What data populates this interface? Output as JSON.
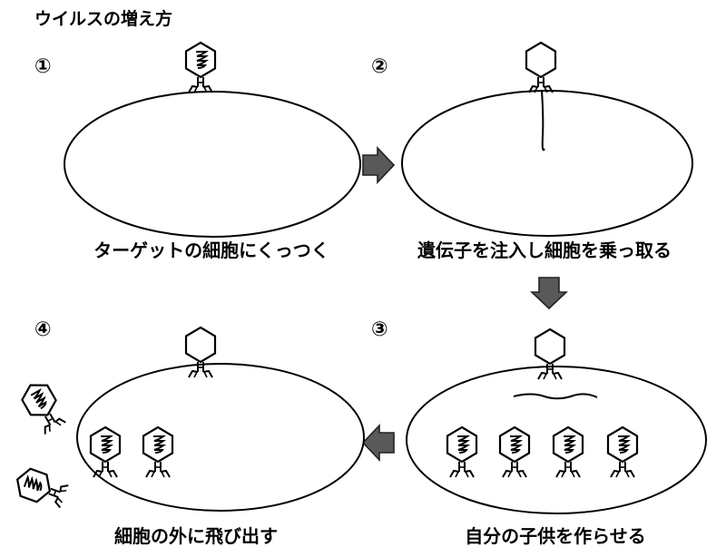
{
  "title": "ウイルスの増え方",
  "steps": [
    {
      "number": "①",
      "caption": "ターゲットの細胞にくっつく"
    },
    {
      "number": "②",
      "caption": "遺伝子を注入し細胞を乗っ取る"
    },
    {
      "number": "③",
      "caption": "自分の子供を作らせる"
    },
    {
      "number": "④",
      "caption": "細胞の外に飛び出す"
    }
  ],
  "colors": {
    "line": "#000000",
    "background": "#ffffff",
    "arrow": "#595959",
    "arrow_edge": "#222222"
  }
}
